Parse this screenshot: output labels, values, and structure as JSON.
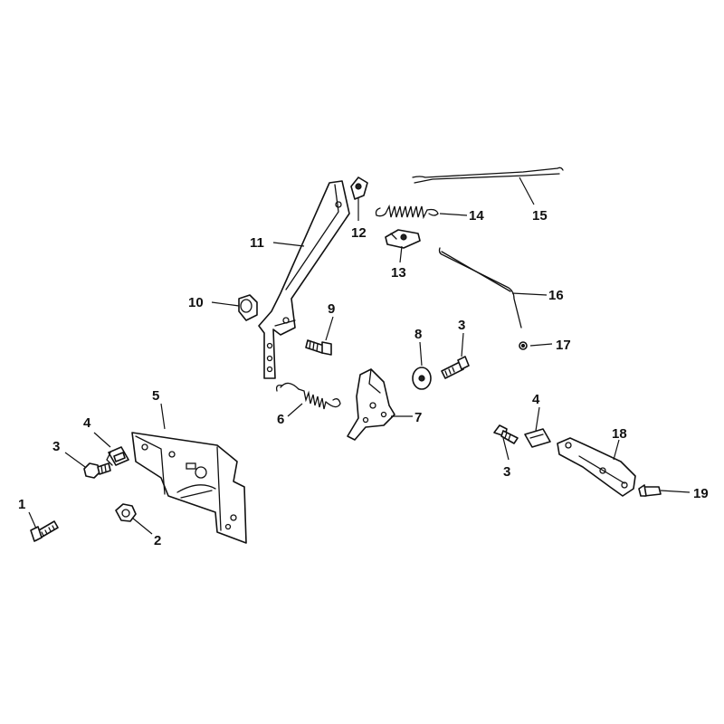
{
  "callouts": [
    "1",
    "2",
    "3",
    "4",
    "5",
    "3",
    "4",
    "6",
    "7",
    "8",
    "3",
    "9",
    "10",
    "11",
    "12",
    "13",
    "14",
    "15",
    "16",
    "17",
    "18",
    "19"
  ]
}
